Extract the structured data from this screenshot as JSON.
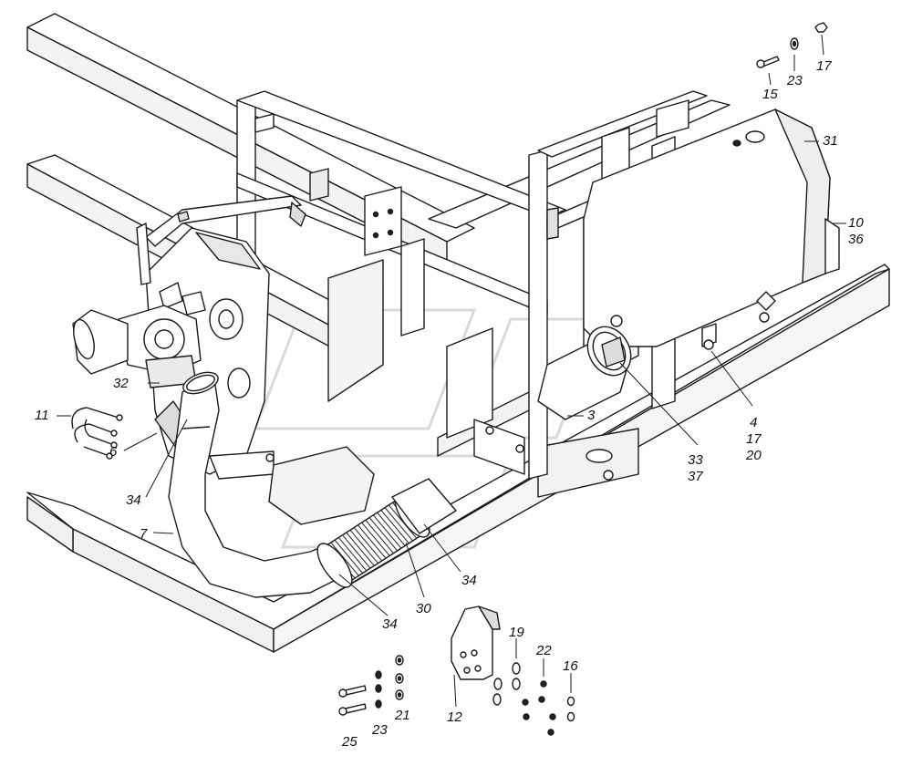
{
  "diagram": {
    "colors": {
      "line": "#1a1a1a",
      "fill": "#ffffff",
      "shade": "#e6e6e6",
      "watermark": "#d9d9d9"
    },
    "callouts": {
      "c17a": "17",
      "c23a": "23",
      "c15": "15",
      "c31": "31",
      "c10": "10",
      "c36": "36",
      "c4": "4",
      "c17b": "17",
      "c20": "20",
      "c33": "33",
      "c37": "37",
      "c3": "3",
      "c32": "32",
      "c11": "11",
      "c6": "6",
      "c34a": "34",
      "c7": "7",
      "c34b": "34",
      "c30": "30",
      "c34c": "34",
      "c12": "12",
      "c19": "19",
      "c22": "22",
      "c16": "16",
      "c21": "21",
      "c23b": "23",
      "c25": "25"
    }
  }
}
